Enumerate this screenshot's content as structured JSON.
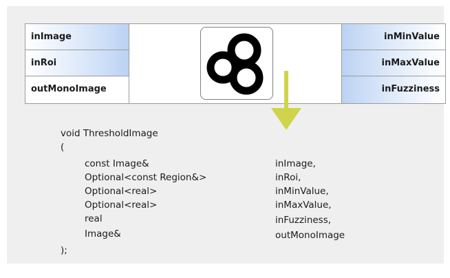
{
  "inputs": [
    "inImage",
    "inRoi",
    "outMonoImage"
  ],
  "parameters": [
    "inMinValue",
    "inMaxValue",
    "inFuzziness"
  ],
  "code": {
    "signature": "void ThresholdImage",
    "open_paren": "(",
    "types": [
      "const Image&",
      "Optional<const Region&>",
      "Optional<real>",
      "Optional<real>",
      "real",
      "Image&"
    ],
    "args": [
      "inImage,",
      "inRoi,",
      "inMinValue,",
      "inMaxValue,",
      "inFuzziness,",
      "outMonoImage"
    ],
    "close": ");"
  },
  "colors": {
    "port_blue": "#bcd2f3",
    "arrow": "#cfd44a",
    "panel": "#efefef"
  }
}
